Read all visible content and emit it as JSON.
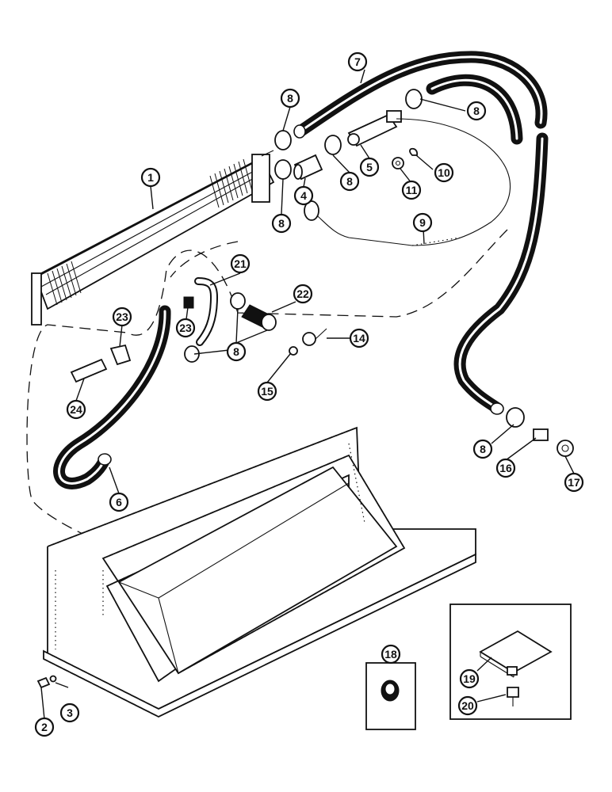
{
  "callouts": [
    {
      "label": "1"
    },
    {
      "label": "2"
    },
    {
      "label": "3"
    },
    {
      "label": "4"
    },
    {
      "label": "5"
    },
    {
      "label": "6"
    },
    {
      "label": "7"
    },
    {
      "label": "8"
    },
    {
      "label": "8"
    },
    {
      "label": "8"
    },
    {
      "label": "8"
    },
    {
      "label": "8"
    },
    {
      "label": "8"
    },
    {
      "label": "9"
    },
    {
      "label": "10"
    },
    {
      "label": "11"
    },
    {
      "label": "14"
    },
    {
      "label": "15"
    },
    {
      "label": "16"
    },
    {
      "label": "17"
    },
    {
      "label": "18"
    },
    {
      "label": "19"
    },
    {
      "label": "20"
    },
    {
      "label": "21"
    },
    {
      "label": "22"
    },
    {
      "label": "23"
    },
    {
      "label": "23"
    },
    {
      "label": "24"
    }
  ]
}
